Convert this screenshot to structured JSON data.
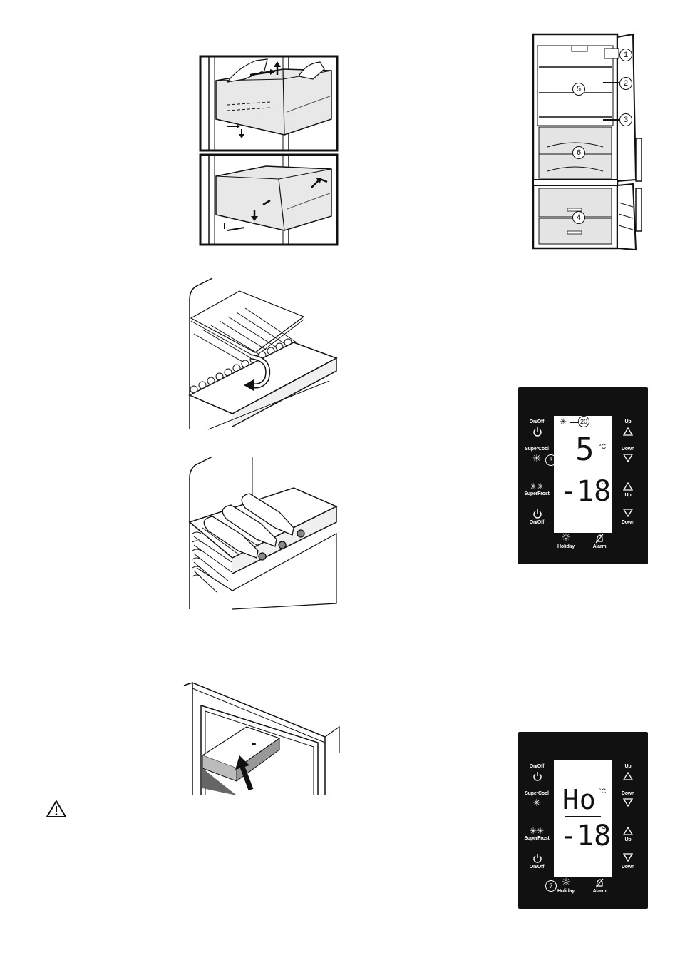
{
  "fridge_callouts": [
    "1",
    "2",
    "3",
    "4",
    "5",
    "6"
  ],
  "panel_top": {
    "left_labels": {
      "onoff_top": "On/Off",
      "supercool": "SuperCool",
      "superfrost": "SuperFrost",
      "onoff_bottom": "On/Off"
    },
    "right_labels": {
      "up_top": "Up",
      "down_top": "Down",
      "up_bottom": "Up",
      "down_bottom": "Down"
    },
    "bottom_labels": {
      "holiday": "Holiday",
      "alarm": "Alarm"
    },
    "display": {
      "fridge_value": "5",
      "freezer_value": "-18",
      "unit": "°C"
    },
    "callouts": {
      "supercool_callout": "3",
      "indicator_callout": "20"
    }
  },
  "panel_bottom": {
    "left_labels": {
      "onoff_top": "On/Off",
      "supercool": "SuperCool",
      "superfrost": "SuperFrost",
      "onoff_bottom": "On/Off"
    },
    "right_labels": {
      "up_top": "Up",
      "down_top": "Down",
      "up_bottom": "Up",
      "down_bottom": "Down"
    },
    "bottom_labels": {
      "holiday": "Holiday",
      "alarm": "Alarm"
    },
    "display": {
      "fridge_value": "Ho",
      "freezer_value": "-18",
      "unit": "°C"
    },
    "callouts": {
      "holiday_callout": "7"
    }
  },
  "icons": {
    "power": "power-icon",
    "snowflake": "snowflake-icon",
    "double_snowflake": "double-snowflake-icon",
    "up": "up-triangle-icon",
    "down": "down-triangle-icon",
    "holiday": "sun-icon",
    "alarm": "bell-off-icon",
    "warning": "warning-triangle-icon"
  }
}
